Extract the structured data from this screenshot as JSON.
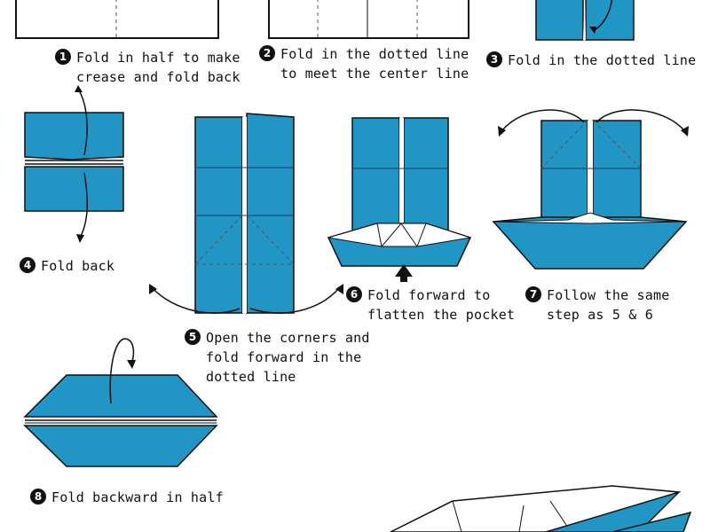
{
  "colors": {
    "paper": "#2196c4",
    "paper_dark": "#1a7fa8",
    "white": "#ffffff",
    "outline": "#111111",
    "crease": "#1c3b6e"
  },
  "steps": [
    {
      "number": "1",
      "lines": [
        "Fold in half to make",
        "crease and fold back"
      ]
    },
    {
      "number": "2",
      "lines": [
        "Fold in the dotted line",
        "to meet the center line"
      ]
    },
    {
      "number": "3",
      "lines": [
        "Fold in the dotted line"
      ]
    },
    {
      "number": "4",
      "lines": [
        "Fold back"
      ]
    },
    {
      "number": "5",
      "lines": [
        "Open the corners and",
        "fold forward in the",
        "dotted line"
      ]
    },
    {
      "number": "6",
      "lines": [
        "Fold forward to",
        "flatten the pocket"
      ]
    },
    {
      "number": "7",
      "lines": [
        "Follow the same",
        "step as 5 & 6"
      ]
    },
    {
      "number": "8",
      "lines": [
        "Fold backward in half"
      ]
    }
  ]
}
